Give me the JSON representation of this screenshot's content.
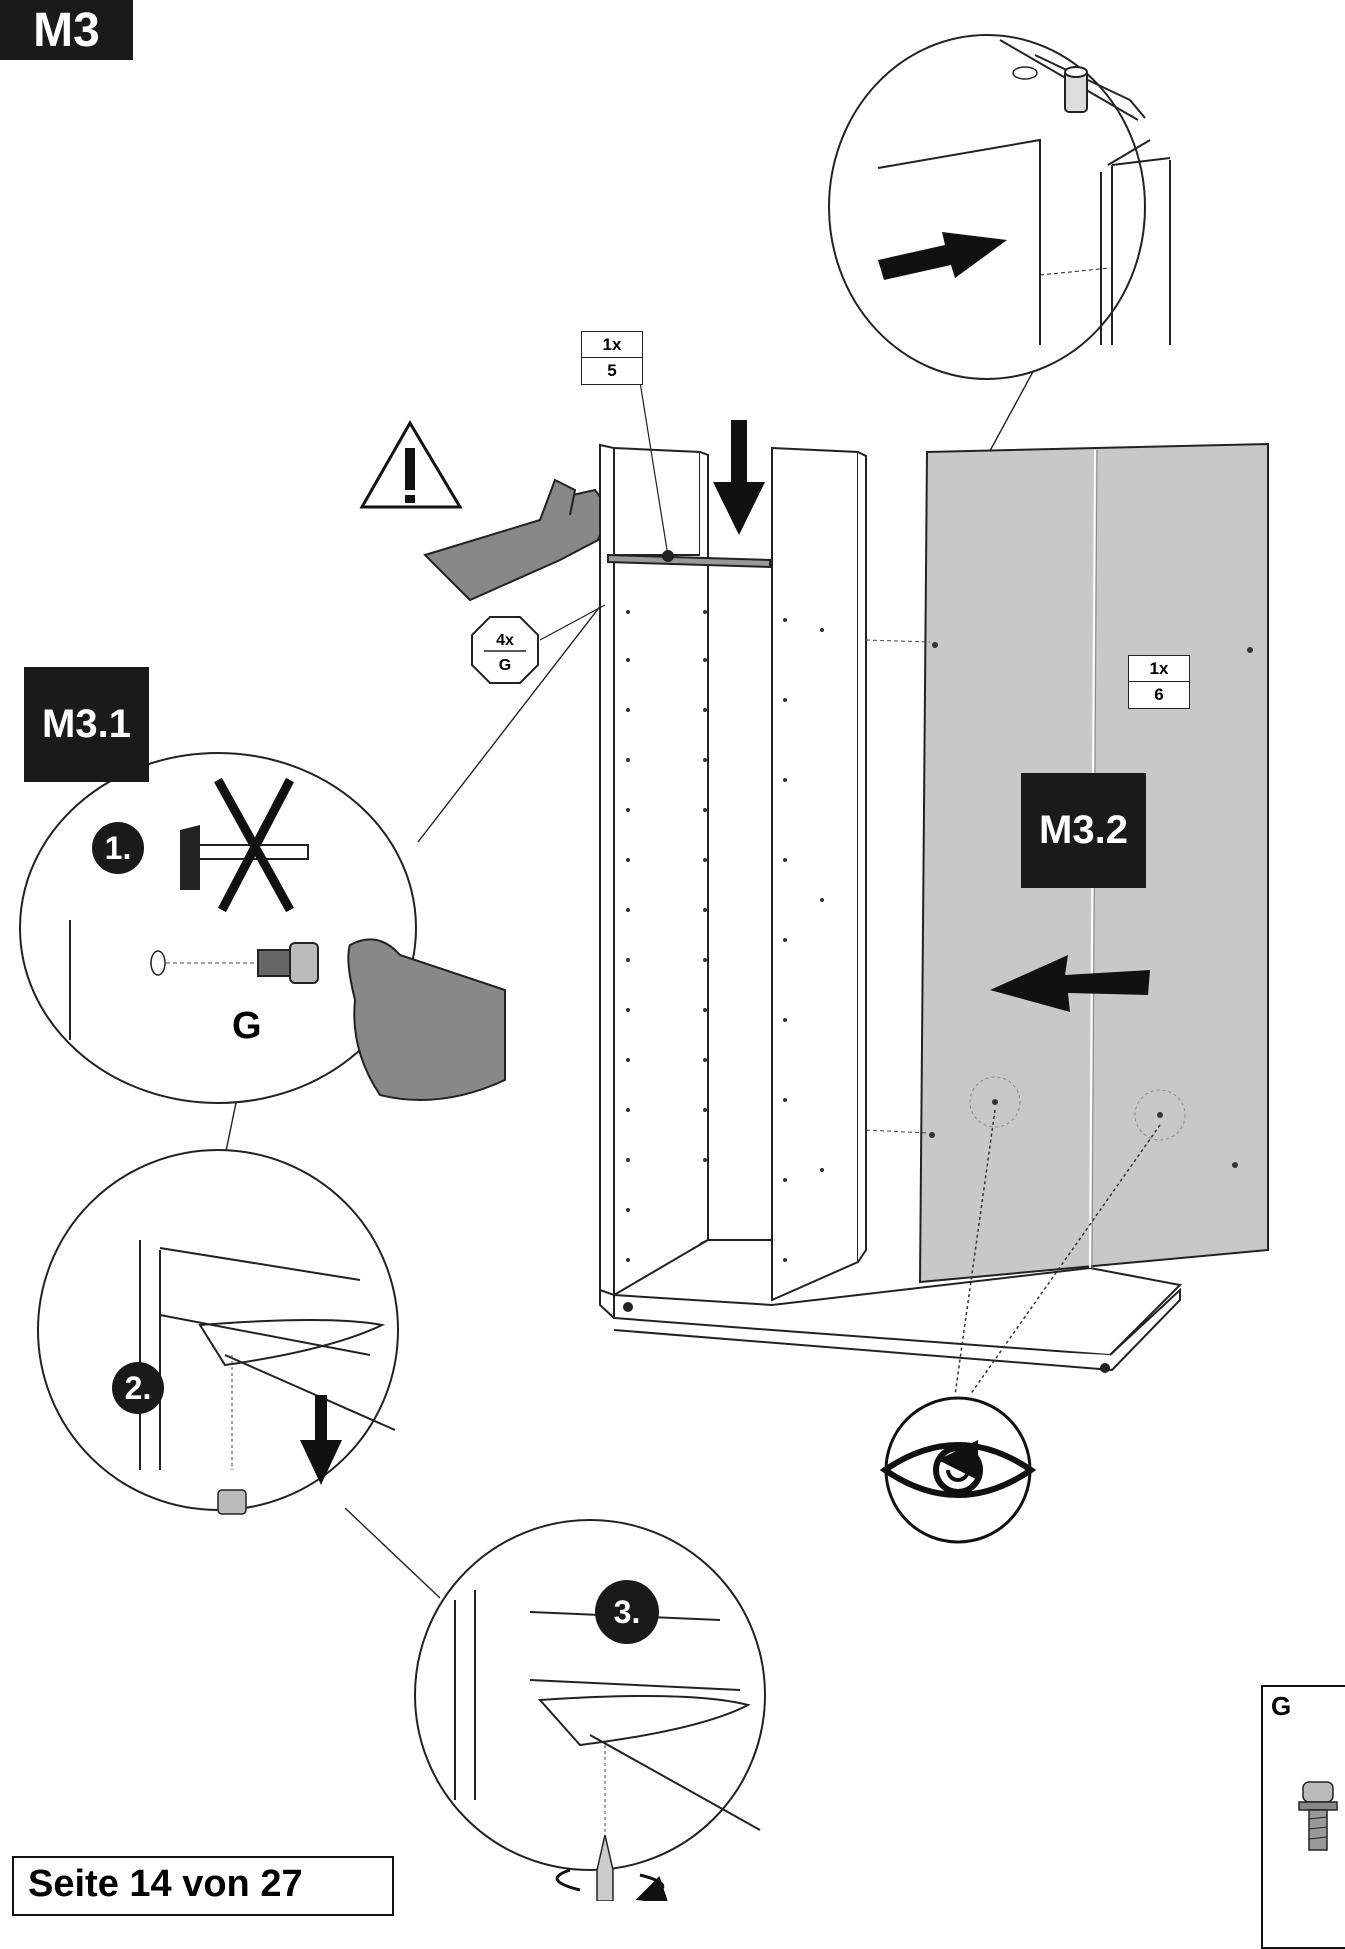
{
  "header": {
    "tag": "M3"
  },
  "steps": {
    "m31": "M3.1",
    "m32": "M3.2",
    "step1": "1.",
    "step2": "2.",
    "step3": "3."
  },
  "callouts": {
    "part5": {
      "qty": "1x",
      "part": "5"
    },
    "part6": {
      "qty": "1x",
      "part": "6"
    },
    "hwG": {
      "qty": "4x",
      "part": "G"
    }
  },
  "detail": {
    "screw_letter": "G"
  },
  "hardware_box": {
    "letter": "G"
  },
  "footer": {
    "page_text": "Seite 14 von 27"
  }
}
